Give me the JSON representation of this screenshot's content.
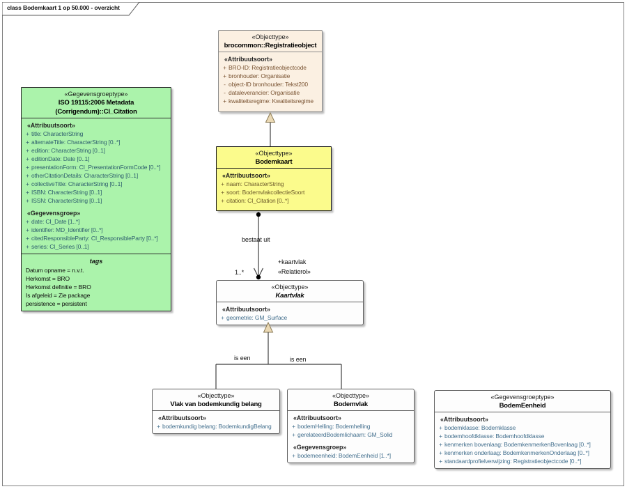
{
  "frame": {
    "tab_label": "class Bodemkaart 1 op 50.000 - overzicht"
  },
  "colors": {
    "frame_border": "#7f7f7f",
    "line": "#3f3f3f",
    "triangle_fill": "#EBD9B4",
    "triangle_stroke": "#8a7a55",
    "cream_bg": "#FBF0E2",
    "green_bg": "#ABF3AB",
    "yellow_bg": "#FBFB8C",
    "white_bg": "#FDFDFD",
    "cream_text": "#7a5433",
    "green_text": "#2e5f6e",
    "yellow_text": "#6e5c2c",
    "white_text": "#44708e"
  },
  "classes": [
    {
      "id": "registratieobject",
      "style": "cream",
      "stereotype": "«Objecttype»",
      "name": "brocommon::Registratieobject",
      "name_italic": false,
      "compartments": [
        {
          "rows": [
            {
              "t": "group",
              "text": "«Attribuutsoort»"
            },
            {
              "t": "attr",
              "vis": "+",
              "text": "BRO-ID: Registratieobjectcode"
            },
            {
              "t": "attr",
              "vis": "+",
              "text": "bronhouder: Organisatie"
            },
            {
              "t": "attr",
              "vis": "-",
              "text": "object-ID bronhouder: Tekst200"
            },
            {
              "t": "attr",
              "vis": "-",
              "text": "dataleverancier: Organisatie"
            },
            {
              "t": "attr",
              "vis": "+",
              "text": "kwaliteitsregime: Kwaliteitsregime"
            }
          ]
        }
      ]
    },
    {
      "id": "ci_citation",
      "style": "green",
      "stereotype": "«Gegevensgroeptype»",
      "name": "ISO 19115:2006 Metadata (Corrigendum)::CI_Citation",
      "name_italic": false,
      "compartments": [
        {
          "rows": [
            {
              "t": "group",
              "text": "«Attribuutsoort»"
            },
            {
              "t": "attr",
              "vis": "+",
              "text": "title: CharacterString"
            },
            {
              "t": "attr",
              "vis": "+",
              "text": "alternateTitle: CharacterString [0..*]"
            },
            {
              "t": "attr",
              "vis": "+",
              "text": "edition: CharacterString [0..1]"
            },
            {
              "t": "attr",
              "vis": "+",
              "text": "editionDate: Date [0..1]"
            },
            {
              "t": "attr",
              "vis": "+",
              "text": "presentationForm: CI_PresentationFormCode [0..*]"
            },
            {
              "t": "attr",
              "vis": "+",
              "text": "otherCitationDetails: CharacterString [0..1]"
            },
            {
              "t": "attr",
              "vis": "+",
              "text": "collectiveTitle: CharacterString [0..1]"
            },
            {
              "t": "attr",
              "vis": "+",
              "text": "ISBN: CharacterString [0..1]"
            },
            {
              "t": "attr",
              "vis": "+",
              "text": "ISSN: CharacterString [0..1]"
            },
            {
              "t": "group",
              "text": "«Gegevensgroep»"
            },
            {
              "t": "attr",
              "vis": "+",
              "text": "date: CI_Date [1..*]"
            },
            {
              "t": "attr",
              "vis": "+",
              "text": "identifier: MD_Identifier [0..*]"
            },
            {
              "t": "attr",
              "vis": "+",
              "text": "citedResponsibleParty: CI_ResponsibleParty [0..*]"
            },
            {
              "t": "attr",
              "vis": "+",
              "text": "series: CI_Series [0..1]"
            }
          ]
        },
        {
          "title": "tags",
          "rows": [
            {
              "t": "tag",
              "text": "Datum opname = n.v.t."
            },
            {
              "t": "tag",
              "text": "Herkomst = BRO"
            },
            {
              "t": "tag",
              "text": "Herkomst definitie = BRO"
            },
            {
              "t": "tag",
              "text": "Is afgeleid = Zie package"
            },
            {
              "t": "tag",
              "text": "persistence = persistent"
            }
          ]
        }
      ]
    },
    {
      "id": "bodemkaart",
      "style": "yellow",
      "stereotype": "«Objecttype»",
      "name": "Bodemkaart",
      "name_italic": false,
      "compartments": [
        {
          "rows": [
            {
              "t": "group",
              "text": "«Attribuutsoort»"
            },
            {
              "t": "attr",
              "vis": "+",
              "text": "naam: CharacterString"
            },
            {
              "t": "attr",
              "vis": "+",
              "text": "soort: BodemvlakcollectieSoort"
            },
            {
              "t": "attr",
              "vis": "+",
              "text": "citation: CI_Citation [0..*]"
            }
          ]
        }
      ]
    },
    {
      "id": "kaartvlak",
      "style": "white",
      "stereotype": "«Objecttype»",
      "name": "Kaartvlak",
      "name_italic": true,
      "compartments": [
        {
          "rows": [
            {
              "t": "group",
              "text": "«Attribuutsoort»"
            },
            {
              "t": "attr",
              "vis": "+",
              "text": "geometrie: GM_Surface"
            }
          ]
        }
      ]
    },
    {
      "id": "vlak_bodemkundig_belang",
      "style": "white",
      "stereotype": "«Objecttype»",
      "name": "Vlak van bodemkundig belang",
      "name_italic": false,
      "compartments": [
        {
          "rows": [
            {
              "t": "group",
              "text": "«Attribuutsoort»"
            },
            {
              "t": "attr",
              "vis": "+",
              "text": "bodemkundig belang: BodemkundigBelang"
            }
          ]
        }
      ]
    },
    {
      "id": "bodemvlak",
      "style": "white",
      "stereotype": "«Objecttype»",
      "name": "Bodemvlak",
      "name_italic": false,
      "compartments": [
        {
          "rows": [
            {
              "t": "group",
              "text": "«Attribuutsoort»"
            },
            {
              "t": "attr",
              "vis": "+",
              "text": "bodemHelling: Bodemhelling"
            },
            {
              "t": "attr",
              "vis": "+",
              "text": "gerelateerdBodemlichaam: GM_Solid"
            },
            {
              "t": "group",
              "text": "«Gegevensgroep»"
            },
            {
              "t": "attr",
              "vis": "+",
              "text": "bodemeenheid: BodemEenheid [1..*]"
            }
          ]
        }
      ]
    },
    {
      "id": "bodemeenheid",
      "style": "white",
      "stereotype": "«Gegevensgroeptype»",
      "name": "BodemEenheid",
      "name_italic": false,
      "compartments": [
        {
          "rows": [
            {
              "t": "group",
              "text": "«Attribuutsoort»"
            },
            {
              "t": "attr",
              "vis": "+",
              "text": "bodemklasse: Bodemklasse"
            },
            {
              "t": "attr",
              "vis": "+",
              "text": "bodemhoofdklasse: Bodemhoofdklasse"
            },
            {
              "t": "attr",
              "vis": "+",
              "text": "kenmerken bovenlaag: BodemkenmerkenBovenlaag [0..*]"
            },
            {
              "t": "attr",
              "vis": "+",
              "text": "kenmerken onderlaag: BodemkenmerkenOnderlaag [0..*]"
            },
            {
              "t": "attr",
              "vis": "+",
              "text": "standaardprofielverwijzing: Registratieobjectcode [0..*]"
            }
          ]
        }
      ]
    }
  ],
  "connectors": {
    "bestaat_uit": {
      "label": "bestaat uit",
      "multiplicity": "1..*",
      "role": "+kaartvlak",
      "role_stereotype": "«Relatierol»"
    },
    "is_een_left": {
      "label": "is een"
    },
    "is_een_right": {
      "label": "is een"
    }
  }
}
